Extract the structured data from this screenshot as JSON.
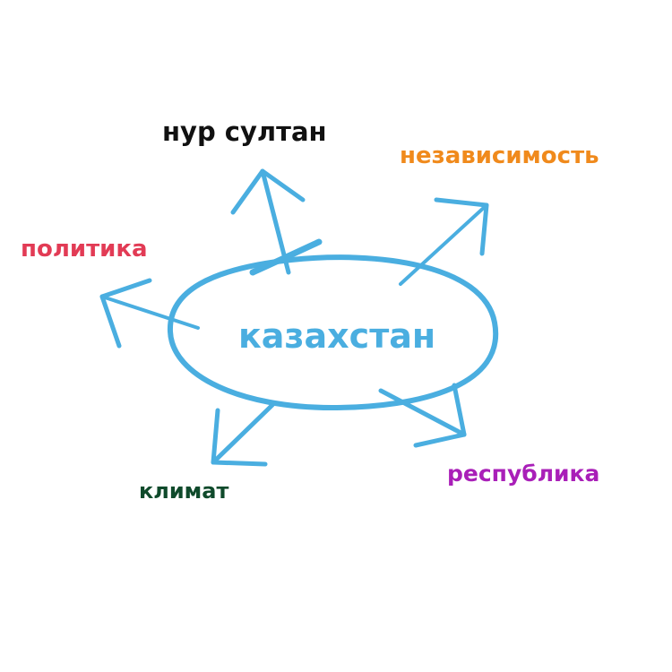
{
  "center": {
    "text": "казахстан",
    "color": "#4aaee0"
  },
  "stroke_color": "#4aaee0",
  "branches": [
    {
      "id": "nur",
      "text": "нур султан",
      "color": "#111111"
    },
    {
      "id": "indep",
      "text": "независимость",
      "color": "#f08a1c"
    },
    {
      "id": "pol",
      "text": "политика",
      "color": "#e23b55"
    },
    {
      "id": "klim",
      "text": "климат",
      "color": "#0f4a2b"
    },
    {
      "id": "resp",
      "text": "республика",
      "color": "#a91fb8"
    }
  ]
}
